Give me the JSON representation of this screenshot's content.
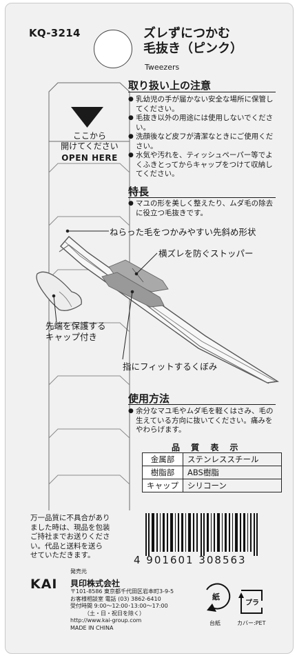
{
  "product": {
    "code": "KQ-3214",
    "title_line1": "ズレずにつかむ",
    "title_line2": "毛抜き（ピンク）",
    "subtitle": "Tweezers"
  },
  "tab": {
    "line1": "ここから",
    "line2": "開けてください",
    "open_label": "OPEN HERE"
  },
  "caution": {
    "heading": "取り扱い上の注意",
    "items": [
      "乳幼児の手が届かない安全な場所に保管してください。",
      "毛抜き以外の用途には使用しないでください。",
      "洗顔後など皮フが清潔なときにご使用ください。",
      "水気や汚れを、ティッシュペーパー等でよくふきとってからキャップをつけて収納してください。"
    ]
  },
  "features": {
    "heading": "特長",
    "items": [
      "マユの形を美しく整えたり、ムダ毛の除去に役立つ毛抜きです。"
    ]
  },
  "callouts": {
    "tip": "ねらった毛をつかみやすい先斜め形状",
    "stopper": "横ズレを防ぐストッパー",
    "cap_line1": "先端を保護する",
    "cap_line2": "キャップ付き",
    "grip": "指にフィットするくぼみ"
  },
  "usage": {
    "heading": "使用方法",
    "items": [
      "余分なマユ毛やムダ毛を軽くはさみ、毛の生えている方向に抜いてください。痛みをやわらげます。"
    ]
  },
  "quality": {
    "heading": "品 質 表 示",
    "rows": [
      {
        "part": "金属部",
        "material": "ステンレススチール"
      },
      {
        "part": "樹脂部",
        "material": "ABS樹脂"
      },
      {
        "part": "キャップ",
        "material": "シリコーン"
      }
    ]
  },
  "defect_notice": {
    "line1": "万一品質に不具合があり",
    "line2": "ました時は、現品を包装",
    "line3": "ご持社までお送りくださ",
    "line4": "い。代品と送料を送ら",
    "line5": "せていただきます。"
  },
  "barcode": {
    "number": "4 901601 308563"
  },
  "company": {
    "seller_label": "発売元",
    "brand": "KAI",
    "name": "貝印株式会社",
    "address": "〒101-8586 東京都千代田区岩本町3-9-5",
    "support": "お客様相談室 電話 (03) 3862-6410",
    "hours": "受付時間 9:00〜12:00･13:00〜17:00",
    "closed": "（土・日・祝日を除く）",
    "url": "http://www.kai-group.com",
    "made_in": "MADE IN CHINA"
  },
  "recycle": {
    "paper_label": "台紙",
    "paper_mark": "紙",
    "plastic_label": "カバー:PET",
    "plastic_mark": "プラ"
  }
}
